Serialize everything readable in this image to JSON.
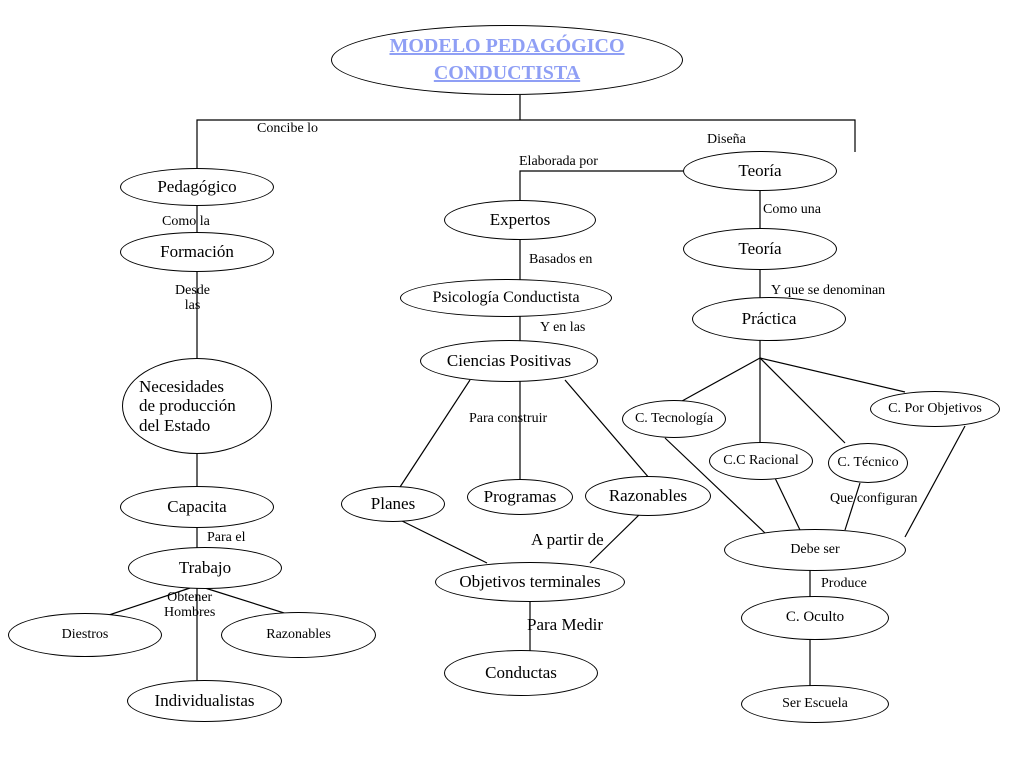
{
  "title": "MODELO PEDAGÓGICO\nCONDUCTISTA",
  "nodes": {
    "pedagogico": "Pedagógico",
    "formacion": "Formación",
    "necesidades": "Necesidades\nde producción\ndel Estado",
    "capacita": "Capacita",
    "trabajo": "Trabajo",
    "diestros": "Diestros",
    "razonables_left": "Razonables",
    "individualistas": "Individualistas",
    "expertos": "Expertos",
    "psicologia": "Psicología Conductista",
    "ciencias": "Ciencias Positivas",
    "planes": "Planes",
    "programas": "Programas",
    "razonables_mid": "Razonables",
    "objetivos": "Objetivos terminales",
    "conductas": "Conductas",
    "teoria1": "Teoría",
    "teoria2": "Teoría",
    "practica": "Práctica",
    "tecnologia": "C. Tecnología",
    "racional": "C.C Racional",
    "tecnico": "C. Técnico",
    "por_objetivos": "C. Por Objetivos",
    "debe_ser": "Debe ser",
    "oculto": "C. Oculto",
    "ser_escuela": "Ser Escuela"
  },
  "labels": {
    "concibe_lo": "Concibe lo",
    "disena": "Diseña",
    "elaborada_por": "Elaborada por",
    "como_la": "Como la",
    "desde_las": "Desde\nlas",
    "para_el": "Para el",
    "obtener_hombres": "Obtener\nHombres",
    "basados_en": "Basados en",
    "y_en_las": "Y en las",
    "para_construir": "Para construir",
    "a_partir_de": "A partir de",
    "para_medir": "Para Medir",
    "como_una": "Como una",
    "y_que_se_denominan": "Y que se denominan",
    "que_configuran": "Que configuran",
    "produce": "Produce"
  }
}
